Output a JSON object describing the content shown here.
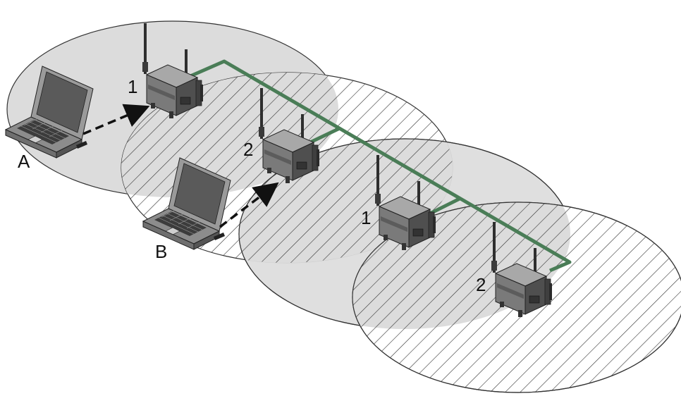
{
  "colors": {
    "cell_fill": "#dcdcdc",
    "hatch": "#333333",
    "backbone": "#4a7d57",
    "device_body": "#7a7a7a",
    "device_dark": "#4f4f4f",
    "laptop_body": "#8c8c8c",
    "arrow": "#111111"
  },
  "laptops": [
    {
      "label": "A",
      "icon": "laptop-icon"
    },
    {
      "label": "B",
      "icon": "laptop-icon"
    }
  ],
  "access_points": [
    {
      "label": "1",
      "icon": "access-point-icon",
      "coverage": "plain"
    },
    {
      "label": "2",
      "icon": "access-point-icon",
      "coverage": "hatched"
    },
    {
      "label": "1",
      "icon": "access-point-icon",
      "coverage": "plain"
    },
    {
      "label": "2",
      "icon": "access-point-icon",
      "coverage": "hatched"
    }
  ]
}
